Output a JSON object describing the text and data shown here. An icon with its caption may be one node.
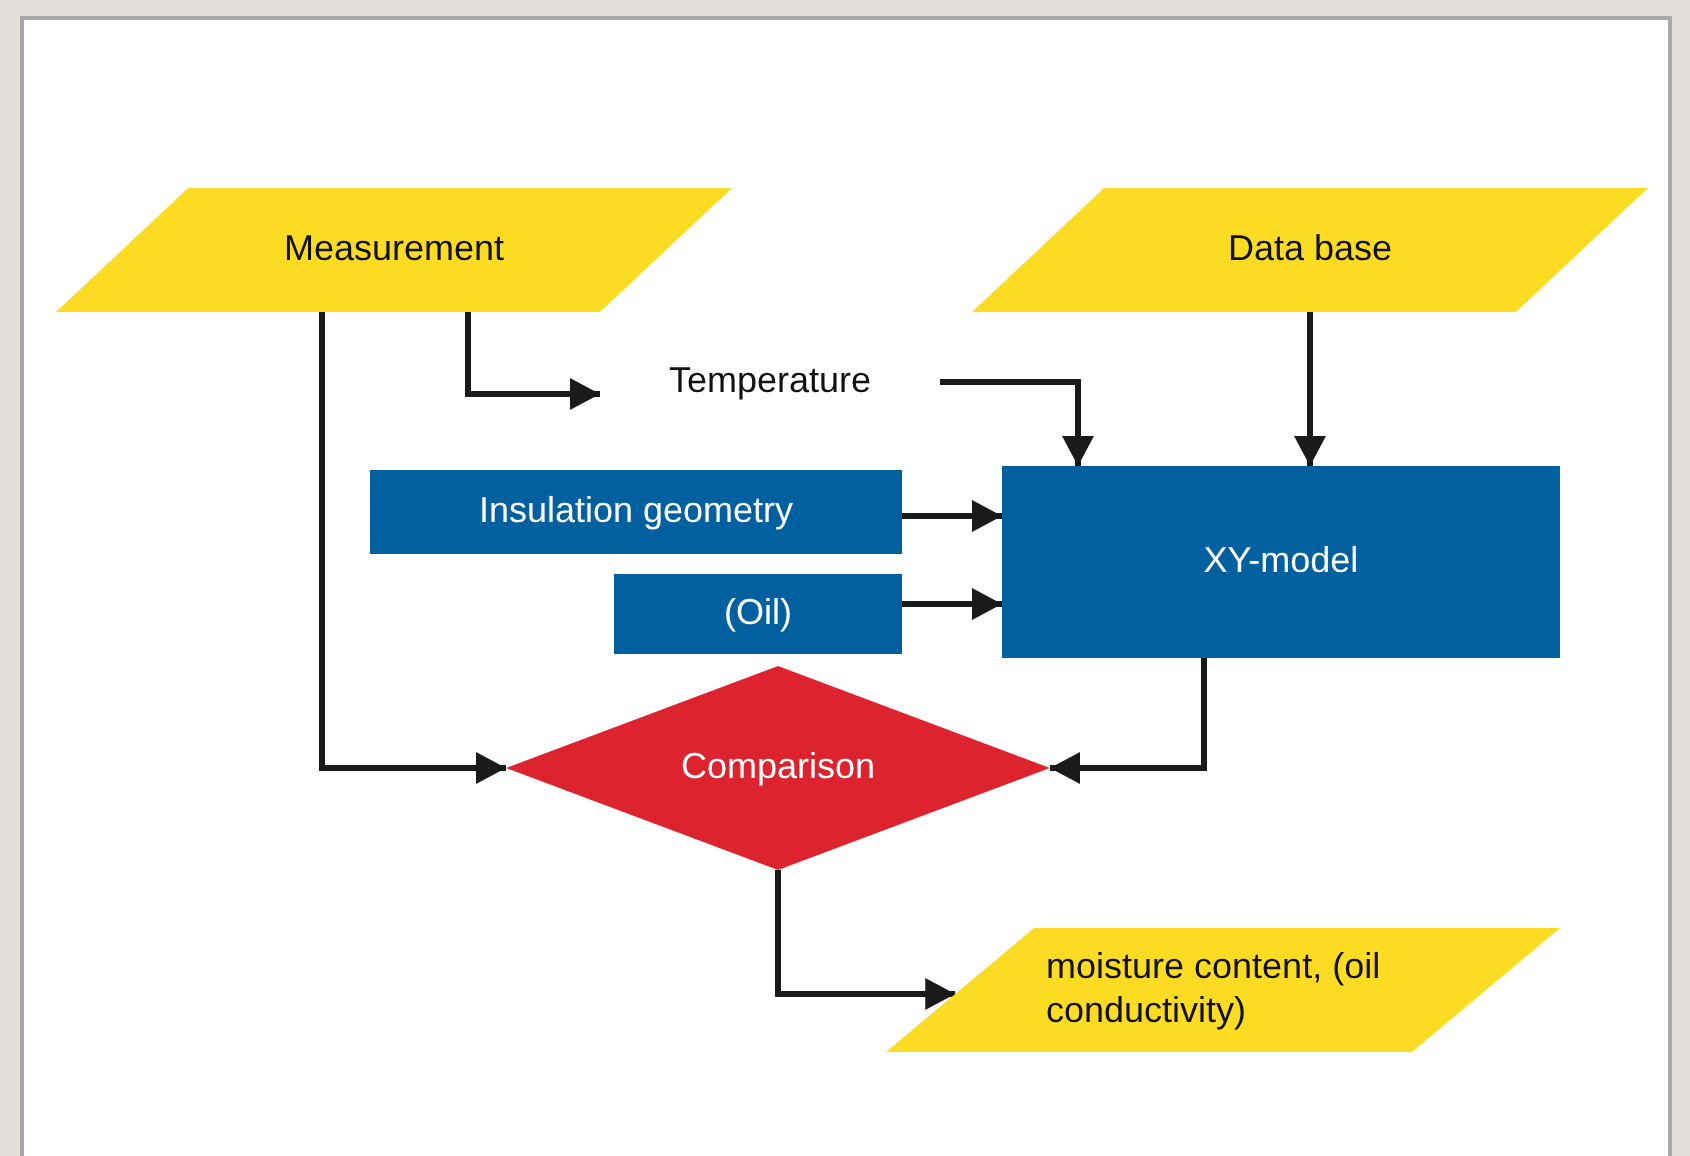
{
  "diagram": {
    "nodes": [
      {
        "text": [
          "Measurement"
        ]
      },
      {
        "text": [
          "Data base"
        ]
      },
      {
        "text": [
          "Temperature"
        ]
      },
      {
        "text": [
          "Insulation geometry"
        ]
      },
      {
        "text": [
          "(Oil)"
        ]
      },
      {
        "text": [
          "XY-model"
        ]
      },
      {
        "text": [
          "Comparison"
        ]
      },
      {
        "text": [
          "moisture content, (oil conductivity)"
        ]
      }
    ],
    "edges": [
      {
        "from": 0,
        "to": 2,
        "arrow": "to"
      },
      {
        "from": 2,
        "to": 5,
        "arrow": "to"
      },
      {
        "from": 1,
        "to": 5,
        "arrow": "to"
      },
      {
        "from": 3,
        "to": 5,
        "arrow": "to"
      },
      {
        "from": 4,
        "to": 5,
        "arrow": "to"
      },
      {
        "from": 0,
        "to": 6,
        "arrow": "to"
      },
      {
        "from": 5,
        "to": 6,
        "arrow": "to"
      },
      {
        "from": 6,
        "to": 7,
        "arrow": "to"
      }
    ]
  }
}
